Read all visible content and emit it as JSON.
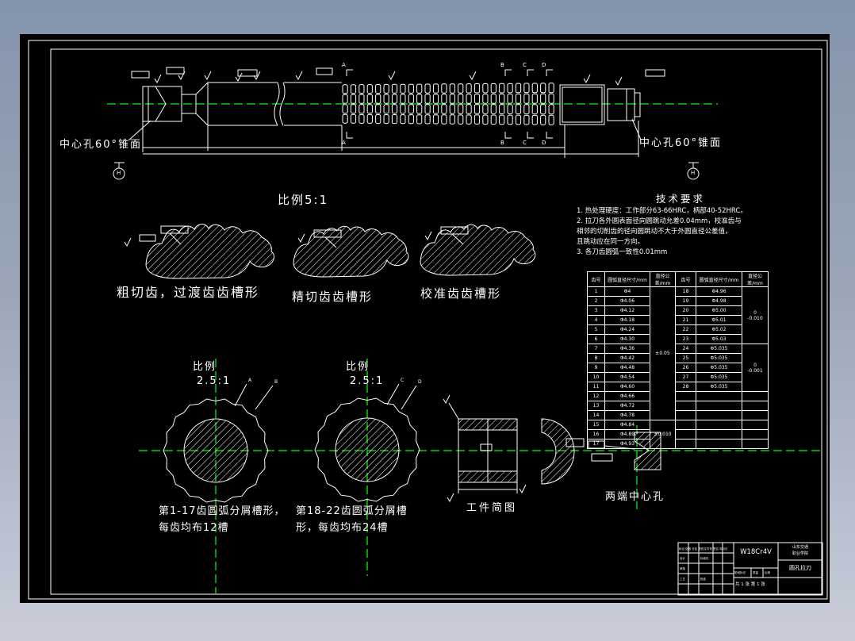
{
  "page": {
    "line_color": "#ffffff",
    "centerline_color": "#00d400",
    "canvas_color": "#000000",
    "background_top": "#8494ab",
    "background_bottom": "#c9cdd9"
  },
  "labels": {
    "center_hole_left": "中心孔60°锥面",
    "center_hole_right": "中心孔60°锥面",
    "datum_left": "H",
    "datum_right": "H",
    "scale_main": "比例5:1",
    "profile_rough": "粗切齿，过渡齿齿槽形",
    "profile_finish": "精切齿齿槽形",
    "profile_cal": "校准齿齿槽形",
    "scale_circle": "比例",
    "scale_circle_value": "2.5:1",
    "circle1_caption_line1": "第1-17齿圆弧分屑槽形，",
    "circle1_caption_line2": "每齿均布12槽",
    "circle2_caption_line1": "第18-22齿圆弧分屑槽",
    "circle2_caption_line2": "形，每齿均布24槽",
    "workpiece": "工件简图",
    "center_holes": "两端中心孔",
    "section_marks": [
      "A",
      "B",
      "C",
      "D"
    ]
  },
  "tech_requirements": {
    "title": "技术要求",
    "lines": [
      "1. 热处理硬度：工作部分63-66HRC，柄部40-52HRC。",
      "2. 拉刀各外圆表面径向圆跳动允差0.04mm，校准齿与",
      "相邻的切削齿的径向圆跳动不大于外圆直径公差值，",
      "且跳动应在同一方向。",
      "3. 各刀齿圆弧一致性0.01mm"
    ]
  },
  "teeth_table": {
    "headers": [
      "齿号",
      "圆弧直径尺寸/mm",
      "直径公差/mm",
      "齿号",
      "圆弧直径尺寸/mm",
      "直径公差/mm"
    ],
    "left_rows": [
      {
        "n": "1",
        "d": "Φ4"
      },
      {
        "n": "2",
        "d": "Φ4.06"
      },
      {
        "n": "3",
        "d": "Φ4.12"
      },
      {
        "n": "4",
        "d": "Φ4.18"
      },
      {
        "n": "5",
        "d": "Φ4.24"
      },
      {
        "n": "6",
        "d": "Φ4.30"
      },
      {
        "n": "7",
        "d": "Φ4.36"
      },
      {
        "n": "8",
        "d": "Φ4.42"
      },
      {
        "n": "9",
        "d": "Φ4.48"
      },
      {
        "n": "10",
        "d": "Φ4.54"
      },
      {
        "n": "11",
        "d": "Φ4.60"
      },
      {
        "n": "12",
        "d": "Φ4.66"
      },
      {
        "n": "13",
        "d": "Φ4.72"
      },
      {
        "n": "14",
        "d": "Φ4.78"
      },
      {
        "n": "15",
        "d": "Φ4.84"
      },
      {
        "n": "16",
        "d": "Φ4.89"
      },
      {
        "n": "17",
        "d": "Φ4.93"
      }
    ],
    "right_rows": [
      {
        "n": "18",
        "d": "Φ4.96"
      },
      {
        "n": "19",
        "d": "Φ4.98"
      },
      {
        "n": "20",
        "d": "Φ5.00"
      },
      {
        "n": "21",
        "d": "Φ5.01"
      },
      {
        "n": "22",
        "d": "Φ5.02"
      },
      {
        "n": "23",
        "d": "Φ5.03"
      },
      {
        "n": "24",
        "d": "Φ5.035"
      },
      {
        "n": "25",
        "d": "Φ5.035"
      },
      {
        "n": "26",
        "d": "Φ5.035"
      },
      {
        "n": "27",
        "d": "Φ5.035"
      },
      {
        "n": "28",
        "d": "Φ5.035"
      },
      {
        "n": "",
        "d": ""
      },
      {
        "n": "",
        "d": ""
      },
      {
        "n": "",
        "d": ""
      },
      {
        "n": "",
        "d": ""
      },
      {
        "n": "",
        "d": ""
      },
      {
        "n": "",
        "d": ""
      }
    ],
    "left_tolerances": [
      {
        "text": "±0.05",
        "span": 14
      },
      {
        "text": "±0.010",
        "span": 3
      }
    ],
    "right_tolerances": [
      {
        "text": "0\n-0.010",
        "span": 6
      },
      {
        "text": "0\n-0.001",
        "span": 5
      },
      {
        "text": "",
        "span": 1
      },
      {
        "text": "",
        "span": 1
      },
      {
        "text": "",
        "span": 1
      },
      {
        "text": "",
        "span": 1
      },
      {
        "text": "",
        "span": 1
      },
      {
        "text": "",
        "span": 1
      }
    ]
  },
  "title_block": {
    "material": "W18Cr4V",
    "school_line1": "山东交通",
    "school_line2": "职业学院",
    "drawing_name": "圆孔拉刀",
    "fields": {
      "top_row": "标记 处数 分区 更改文件号 签名 年月日",
      "design": "设计",
      "standard": "标准化",
      "check": "审核",
      "process": "工艺",
      "approve": "批准",
      "stage": "阶段标记",
      "weight": "质量",
      "scale": "比例",
      "sheet": "共 1 张 第 1 张"
    }
  }
}
